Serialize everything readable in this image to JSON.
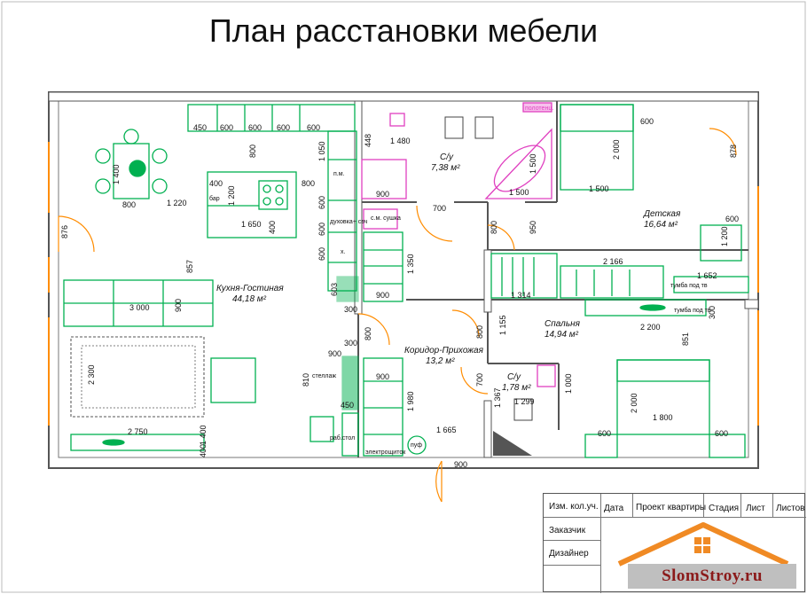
{
  "title": "План расстановки мебели",
  "rooms": {
    "kitchen_living": {
      "name": "Кухня-Гостиная",
      "area": "44,18 м²"
    },
    "bathroom_main": {
      "name": "С/у",
      "area": "7,38 м²"
    },
    "kids": {
      "name": "Детская",
      "area": "16,64 м²"
    },
    "bedroom": {
      "name": "Спальня",
      "area": "14,94 м²"
    },
    "corridor": {
      "name": "Коридор-Прихожая",
      "area": "13,2 м²"
    },
    "bathroom_small": {
      "name": "С/у",
      "area": "1,78 м²"
    }
  },
  "dimensions": {
    "d450": "450",
    "d600a": "600",
    "d600b": "600",
    "d600c": "600",
    "d600d": "600",
    "d800a": "800",
    "d800b": "800",
    "d1050": "1 050",
    "d1400a": "1 400",
    "d800c": "800",
    "d1220": "1 220",
    "d400a": "400",
    "d1200a": "1 200",
    "d1650": "1 650",
    "d400b": "400",
    "d876": "876",
    "d857": "857",
    "d600e": "600",
    "d600f": "600",
    "d600g": "600",
    "d3000": "3 000",
    "d900a": "900",
    "d603": "603",
    "d300a": "300",
    "d900b": "900",
    "d1350": "1 350",
    "d2300": "2 300",
    "d2750": "2 750",
    "d1400b": "1 400",
    "d400c": "400",
    "d448": "448",
    "d1480": "1 480",
    "d900c": "900",
    "d1500a": "1 500",
    "d1500b": "1 500",
    "d700a": "700",
    "d800d": "800",
    "d950": "950",
    "d2000a": "2 000",
    "d600h": "600",
    "d878": "878",
    "d1500c": "1 500",
    "d600i": "600",
    "d1200b": "1 200",
    "d2166": "2 166",
    "d1652": "1 652",
    "d1314": "1 314",
    "d300b": "300",
    "d1155": "1 155",
    "d2200": "2 200",
    "d851": "851",
    "d800e": "800",
    "d300c": "300",
    "d900d": "900",
    "d810": "810",
    "d900e": "900",
    "d450b": "450",
    "d1980": "1 980",
    "d700b": "700",
    "d1367": "1 367",
    "d1000": "1 000",
    "d1299": "1 299",
    "d1665": "1 665",
    "d2000b": "2 000",
    "d1800": "1 800",
    "d600j": "600",
    "d600k": "600",
    "d900f": "900",
    "d800f": "800"
  },
  "furniture_labels": {
    "bar": "бар",
    "pm": "п.м.",
    "oven": "духовка+ свч",
    "washer": "с.м. сушка",
    "kh": "х.",
    "shelf": "стеллаж",
    "desk": "раб.стол",
    "pouf": "пуф",
    "tv_stand_kids": "тумба под тв",
    "tv_stand_bed": "тумба под тв",
    "heater": "полотенц.",
    "heater_corr": "электрощиток"
  },
  "stamp": {
    "izm": "Изм. кол.уч.",
    "data": "Дата",
    "project": "Проект квартиры",
    "stage": "Стадия",
    "sheet": "Лист",
    "sheets": "Листов",
    "customer": "Заказчик",
    "designer": "Дизайнер"
  },
  "logo": {
    "text": "SlomStroy.ru"
  },
  "colors": {
    "wall": "#555555",
    "furniture": "#00b050",
    "door": "#ff8c00",
    "plumbing": "#e040c0",
    "dim": "#111111"
  }
}
